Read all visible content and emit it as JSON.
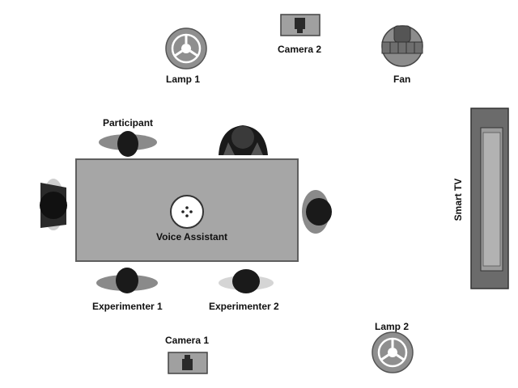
{
  "labels": {
    "lamp1": "Lamp 1",
    "camera2": "Camera 2",
    "fan": "Fan",
    "participant": "Participant",
    "voice_assistant": "Voice Assistant",
    "smart_tv": "Smart TV",
    "experimenter1": "Experimenter 1",
    "experimenter2": "Experimenter 2",
    "camera1": "Camera 1",
    "lamp2": "Lamp 2"
  },
  "icons": {
    "lamp": "lamp-icon",
    "camera": "camera-icon",
    "fan": "fan-icon",
    "person": "person-topdown-icon",
    "speaker": "smart-speaker-icon",
    "tv": "tv-icon"
  },
  "colors": {
    "table_fill": "#a6a6a6",
    "table_stroke": "#5e5e5e",
    "tv_frame": "#6b6b6b",
    "tv_screen": "#9c9c9c",
    "lamp_outer": "#8f8f8f",
    "body_dark": "#1a1a1a",
    "shoulder": "#8a8a8a"
  }
}
